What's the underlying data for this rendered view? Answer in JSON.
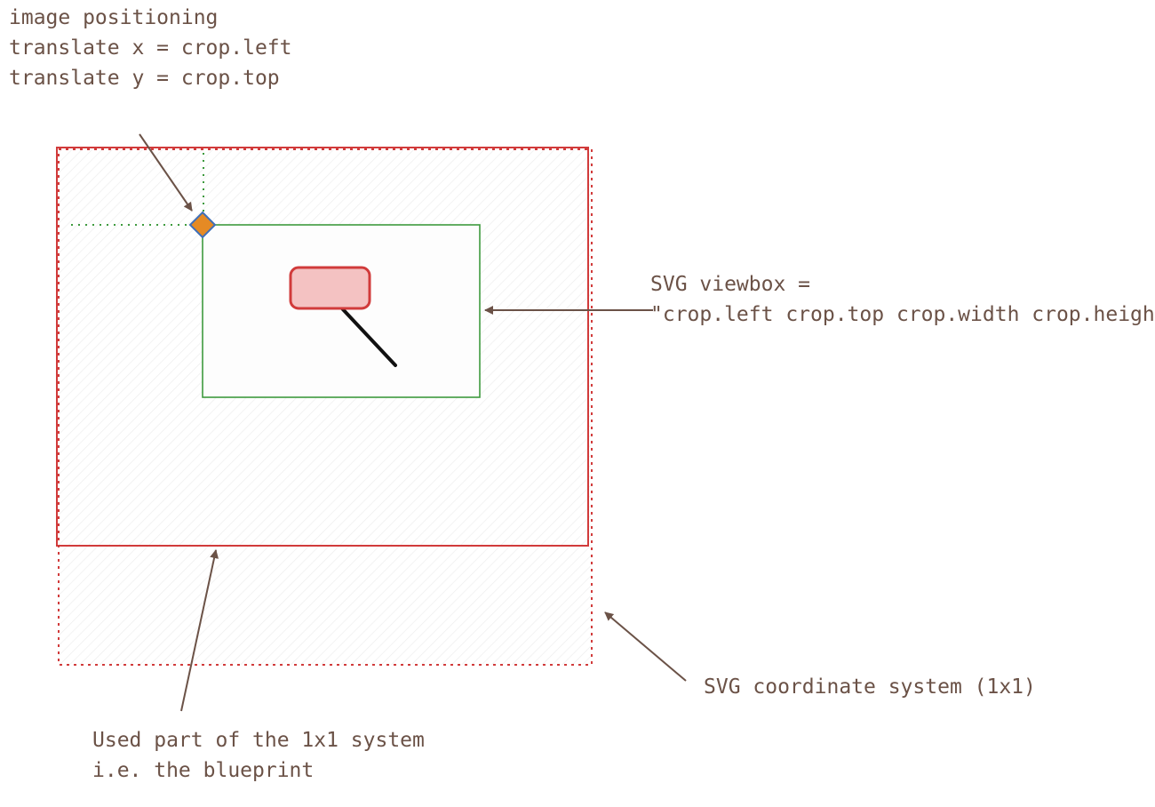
{
  "annotations": {
    "positioning": [
      "image positioning",
      "translate x = crop.left",
      "translate y = crop.top"
    ],
    "viewbox": [
      "SVG viewbox =",
      "\"crop.left crop.top crop.width crop.height\""
    ],
    "coordinate_system": "SVG coordinate system (1x1)",
    "blueprint": [
      "Used part of the 1x1 system",
      "i.e. the blueprint"
    ]
  },
  "colors": {
    "ink": "#6b5247",
    "red": "#d13b3b",
    "green": "#3e9a3e",
    "element_fill": "#f4c2c2",
    "marker_fill": "#e58a24",
    "marker_stroke": "#3f6fb8",
    "hatch": "#ececec"
  }
}
